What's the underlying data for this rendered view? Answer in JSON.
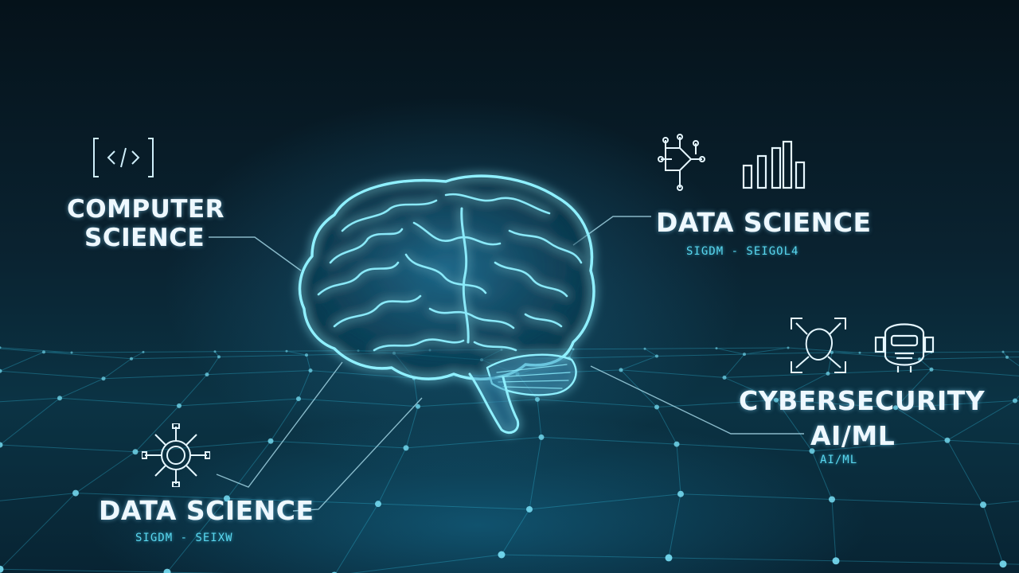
{
  "colors": {
    "background": "#06141d",
    "glow": "#6fe6ff",
    "accent": "#59d6ee",
    "text": "#eef8ff"
  },
  "labels": {
    "computer_science": {
      "line1": "COMPUTER",
      "line2": "SCIENCE",
      "icon": "code-bracket-icon"
    },
    "data_science_top": {
      "title": "DATA SCIENCE",
      "sub": "SIGDM - SEIGOL4",
      "icons": [
        "circuit-node-icon",
        "bar-chart-icon"
      ]
    },
    "cybersecurity": {
      "line1": "CYBERSECURITY",
      "line2": "AI/ML",
      "sub": "AI/ML",
      "icons": [
        "face-scan-icon",
        "robot-head-icon"
      ]
    },
    "data_science_bottom": {
      "title": "DATA SCIENCE",
      "sub": "SIGDM - SEIXW",
      "icon": "gear-network-icon"
    }
  }
}
